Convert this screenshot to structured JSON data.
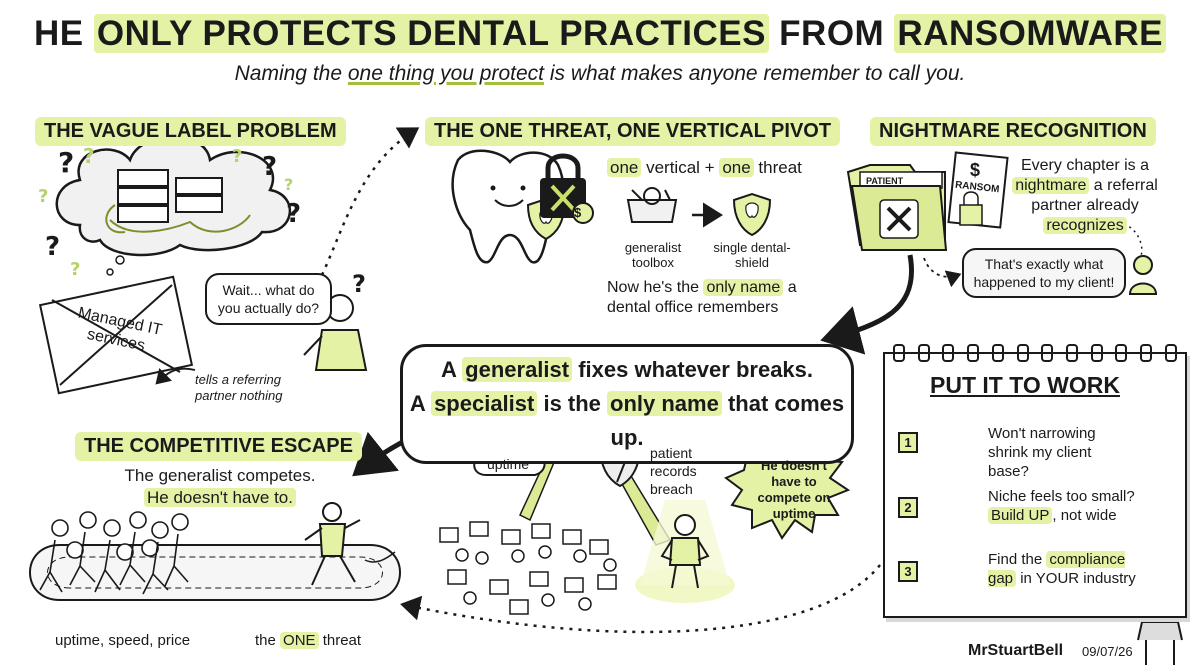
{
  "title": {
    "pre": "HE ",
    "hl1": "ONLY PROTECTS DENTAL PRACTICES",
    "mid": " FROM ",
    "hl2": "RANSOMWARE"
  },
  "subtitle": {
    "pre": "Naming the ",
    "underlined": "one thing you protect",
    "post": " is what makes anyone remember to call you."
  },
  "vague": {
    "heading": "THE VAGUE LABEL PROBLEM",
    "crossed_label": "Managed IT services",
    "speech": "Wait... what do you actually do?",
    "note": "tells a referring partner nothing"
  },
  "pivot": {
    "heading": "THE ONE THREAT, ONE VERTICAL PIVOT",
    "formula": {
      "a": "one",
      "b": " vertical + ",
      "c": "one",
      "d": " threat"
    },
    "toolbox_label": "generalist toolbox",
    "shield_label": "single dental-shield",
    "caption": {
      "pre": "Now he's the ",
      "hl": "only name",
      "post": " a dental office remembers"
    },
    "dollar": "$"
  },
  "nightmare": {
    "heading": "NIGHTMARE RECOGNITION",
    "text": {
      "a": "Every chapter is a ",
      "hl1": "nightmare",
      "b": " a referral partner already ",
      "hl2": "recognizes"
    },
    "quote": "That's exactly what happened to my client!",
    "folder_label": "PATIENT",
    "ransom_label": "RANSOM",
    "ransom_symbols": "$"
  },
  "center": {
    "line1": {
      "pre": "A ",
      "hl": "generalist",
      "post": " fixes whatever breaks."
    },
    "line2": {
      "pre": "A ",
      "hl1": "specialist",
      "mid": " is the ",
      "hl2": "only name",
      "post": " that comes up."
    }
  },
  "crowd": {
    "uptime_label": "uptime",
    "threat_label": "patient records breach",
    "burst": "He doesn't have to compete on uptime"
  },
  "escape": {
    "heading": "THE COMPETITIVE ESCAPE",
    "line1": "The generalist competes.",
    "line2": "He doesn't have to.",
    "left_label": "uptime, speed, price",
    "right_label": {
      "pre": "the ",
      "hl": "ONE",
      "post": " threat"
    }
  },
  "work": {
    "heading": "PUT IT TO WORK",
    "items": [
      {
        "n": "1",
        "text": "Won't narrowing shrink my client base?"
      },
      {
        "n": "2",
        "text_pre": "Niche feels too small? ",
        "text_hl": "Build UP",
        "text_post": ", not wide"
      },
      {
        "n": "3",
        "text_pre": "Find the ",
        "text_hl": "compliance gap",
        "text_post": " in YOUR industry"
      }
    ]
  },
  "signature": {
    "name": "MrStuartBell",
    "date": "09/07/26"
  },
  "colors": {
    "accent": "#e4f2a6",
    "accent_stroke": "#c9e06a",
    "ink": "#1a1a1a"
  },
  "icons": [
    "question-mark-icon",
    "cloud-icon",
    "server-rack-icon",
    "tooth-icon",
    "padlock-icon",
    "shield-icon",
    "toolbox-icon",
    "folder-icon",
    "ransom-note-icon",
    "person-icon",
    "computer-icon",
    "pencil-icon",
    "checkbox-icon",
    "tree-icon",
    "magnifier-icon"
  ]
}
